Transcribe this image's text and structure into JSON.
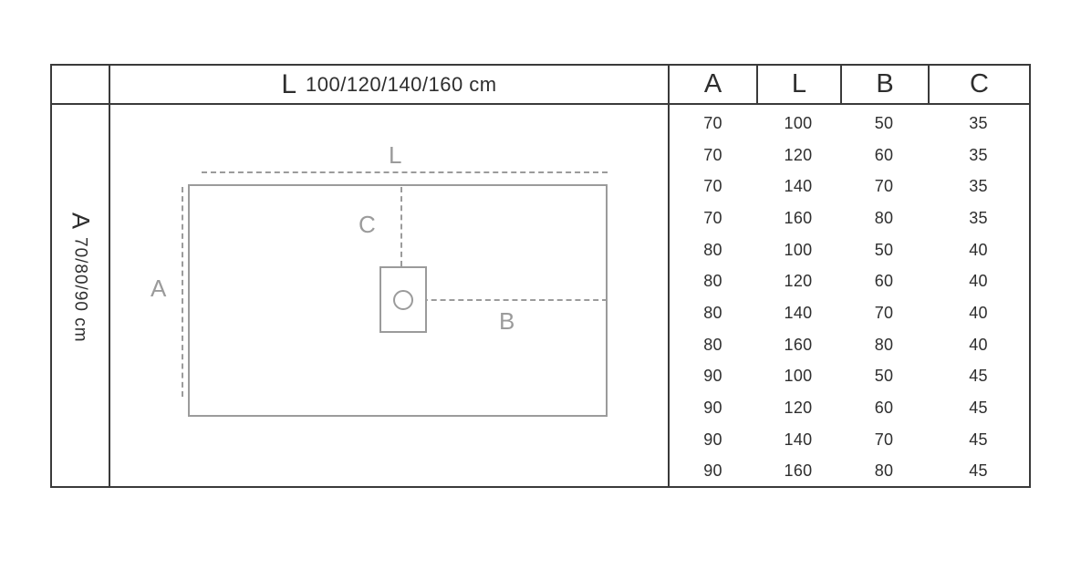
{
  "colors": {
    "line": "#3a3a3a",
    "text": "#2e2e2e",
    "diagram": "#9b9b9b"
  },
  "panel": {
    "header": {
      "prefix": "L",
      "rest": "100/120/140/160 cm"
    },
    "side": {
      "prefix": "A",
      "rest": "70/80/90 cm"
    }
  },
  "diagram": {
    "labels": {
      "L": "L",
      "A": "A",
      "B": "B",
      "C": "C"
    }
  },
  "table": {
    "headers": [
      "A",
      "L",
      "B",
      "C"
    ],
    "rows": [
      [
        70,
        100,
        50,
        35
      ],
      [
        70,
        120,
        60,
        35
      ],
      [
        70,
        140,
        70,
        35
      ],
      [
        70,
        160,
        80,
        35
      ],
      [
        80,
        100,
        50,
        40
      ],
      [
        80,
        120,
        60,
        40
      ],
      [
        80,
        140,
        70,
        40
      ],
      [
        80,
        160,
        80,
        40
      ],
      [
        90,
        100,
        50,
        45
      ],
      [
        90,
        120,
        60,
        45
      ],
      [
        90,
        140,
        70,
        45
      ],
      [
        90,
        160,
        80,
        45
      ]
    ]
  }
}
